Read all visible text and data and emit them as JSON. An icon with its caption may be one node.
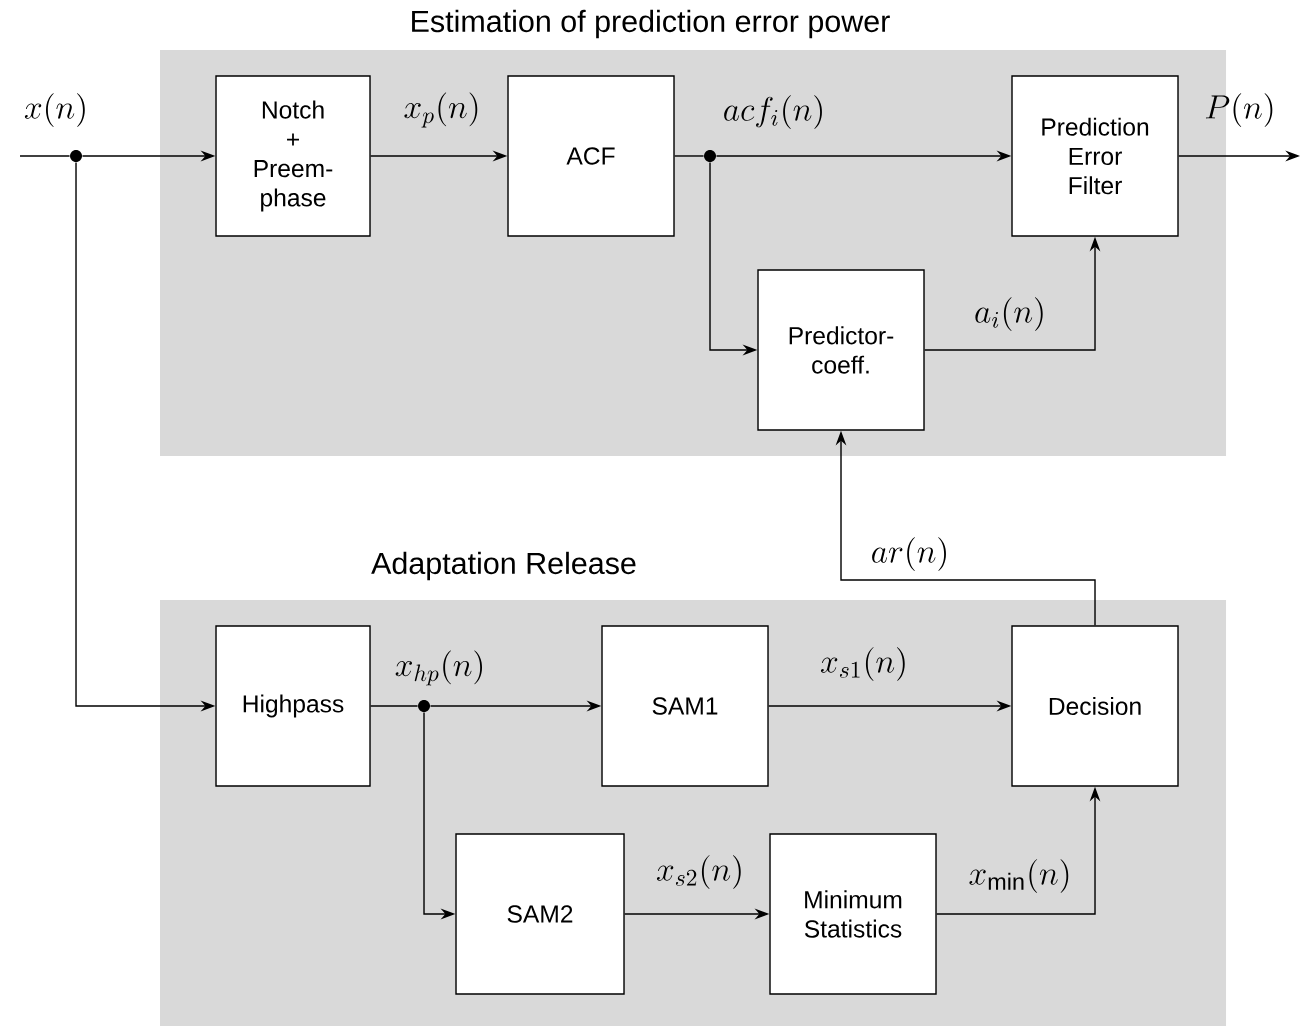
{
  "diagram": {
    "nodes": [
      {
        "text": [
          "Estimation of prediction error power"
        ]
      },
      {
        "text": [
          "Notch + Preem- phase"
        ],
        "in": 0
      },
      {
        "text": [
          "ACF"
        ],
        "in": 0
      },
      {
        "text": [
          "Prediction Error Filter"
        ],
        "in": 0
      },
      {
        "text": [
          "Predictor- coeff."
        ],
        "in": 0
      },
      {
        "text": [
          "Adaptation Release"
        ]
      },
      {
        "text": [
          "Highpass"
        ],
        "in": 5
      },
      {
        "text": [
          "SAM1"
        ],
        "in": 5
      },
      {
        "text": [
          "Decision"
        ],
        "in": 5
      },
      {
        "text": [
          "SAM2"
        ],
        "in": 5
      },
      {
        "text": [
          "Minimum Statistics"
        ],
        "in": 5
      },
      {
        "text": [],
        "shape": "circle"
      },
      {
        "text": [],
        "shape": "circle",
        "in": 0
      },
      {
        "text": [],
        "shape": "circle",
        "in": 5
      }
    ],
    "edges": [
      {
        "from": null,
        "to": 11,
        "arrow": "none",
        "label": "x(n)"
      },
      {
        "from": 11,
        "to": 1,
        "arrow": "to"
      },
      {
        "from": 11,
        "to": 6,
        "arrow": "to"
      },
      {
        "from": 1,
        "to": 2,
        "arrow": "to",
        "label": "x_p(n)"
      },
      {
        "from": 2,
        "to": 12,
        "arrow": "none"
      },
      {
        "from": 12,
        "to": 3,
        "arrow": "to",
        "label": "acf_i(n)"
      },
      {
        "from": 12,
        "to": 4,
        "arrow": "to"
      },
      {
        "from": 3,
        "to": null,
        "arrow": "to",
        "label": "P(n)"
      },
      {
        "from": 4,
        "to": 3,
        "arrow": "to",
        "label": "a_i(n)"
      },
      {
        "from": 8,
        "to": 4,
        "arrow": "to",
        "label": "ar(n)"
      },
      {
        "from": 6,
        "to": 13,
        "arrow": "none"
      },
      {
        "from": 13,
        "to": 7,
        "arrow": "to",
        "label": "x_{hp}(n)"
      },
      {
        "from": 13,
        "to": 9,
        "arrow": "to"
      },
      {
        "from": 7,
        "to": 8,
        "arrow": "to",
        "label": "x_{s1}(n)"
      },
      {
        "from": 9,
        "to": 10,
        "arrow": "to",
        "label": "x_{s2}(n)"
      },
      {
        "from": 10,
        "to": 8,
        "arrow": "to",
        "label": "x_{\\min}(n)"
      }
    ]
  }
}
